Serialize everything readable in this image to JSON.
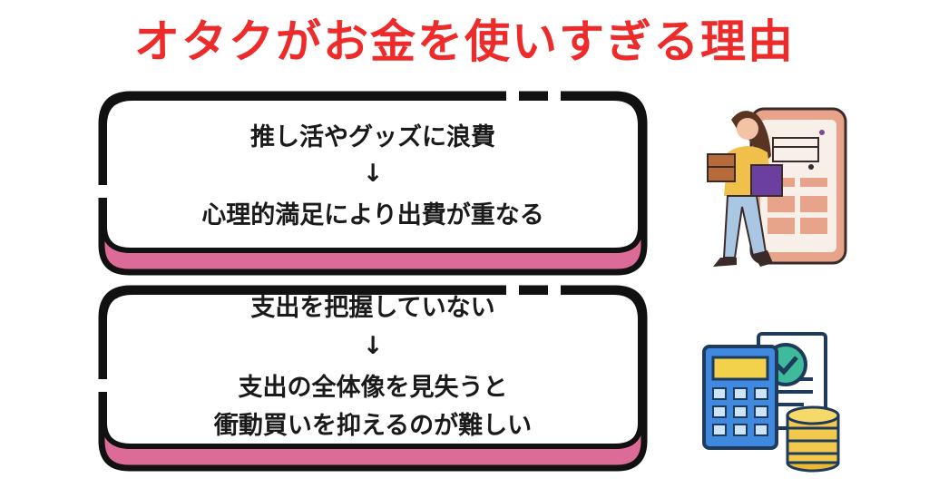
{
  "title": "オタクがお金を使いすぎる理由",
  "cards": [
    {
      "line1": "推し活やグッズに浪費",
      "arrow": "↓",
      "line2": "心理的満足により出費が重なる"
    },
    {
      "line1": "支出を把握していない",
      "arrow": "↓",
      "line2": "支出の全体像を見失うと",
      "line3": "衝動買いを抑えるのが難しい"
    }
  ],
  "colors": {
    "title": "#ee2b2b",
    "accent": "#dd6b97",
    "outline": "#111111"
  },
  "icons": [
    "shopping-woman-illustration",
    "calculator-coins-icon"
  ]
}
